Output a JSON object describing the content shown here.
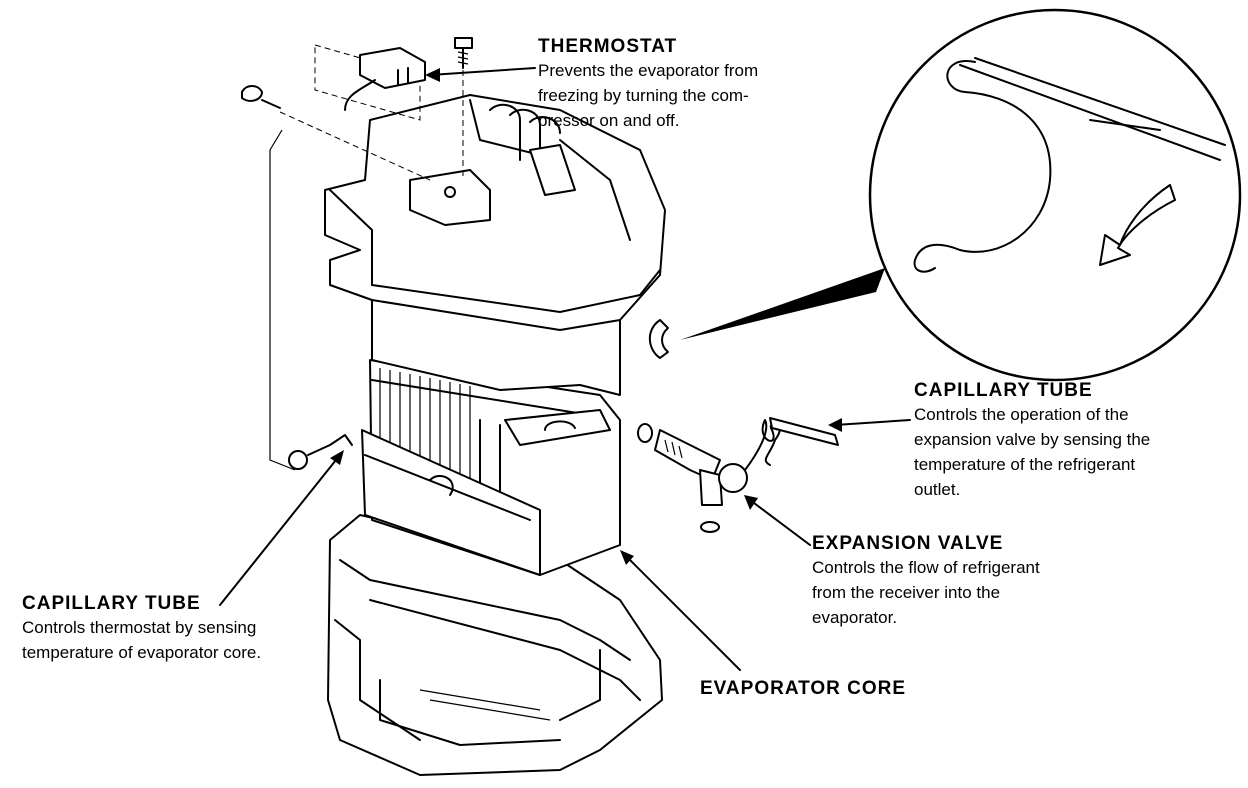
{
  "labels": {
    "thermostat": {
      "title": "THERMOSTAT",
      "lines": [
        "Prevents the evaporator from",
        "freezing by turning the com-",
        "pressor on and off."
      ]
    },
    "capillary_tube_right": {
      "title": "CAPILLARY TUBE",
      "lines": [
        "Controls the operation of the",
        "expansion valve by sensing the",
        "temperature of the refrigerant",
        "outlet."
      ]
    },
    "expansion_valve": {
      "title": "EXPANSION VALVE",
      "lines": [
        "Controls the flow of refrigerant",
        "from the receiver into the",
        "evaporator."
      ]
    },
    "capillary_tube_left": {
      "title": "CAPILLARY TUBE",
      "lines": [
        "Controls thermostat by sensing",
        "temperature of evaporator core."
      ]
    },
    "evaporator_core": {
      "title": "EVAPORATOR CORE"
    }
  }
}
